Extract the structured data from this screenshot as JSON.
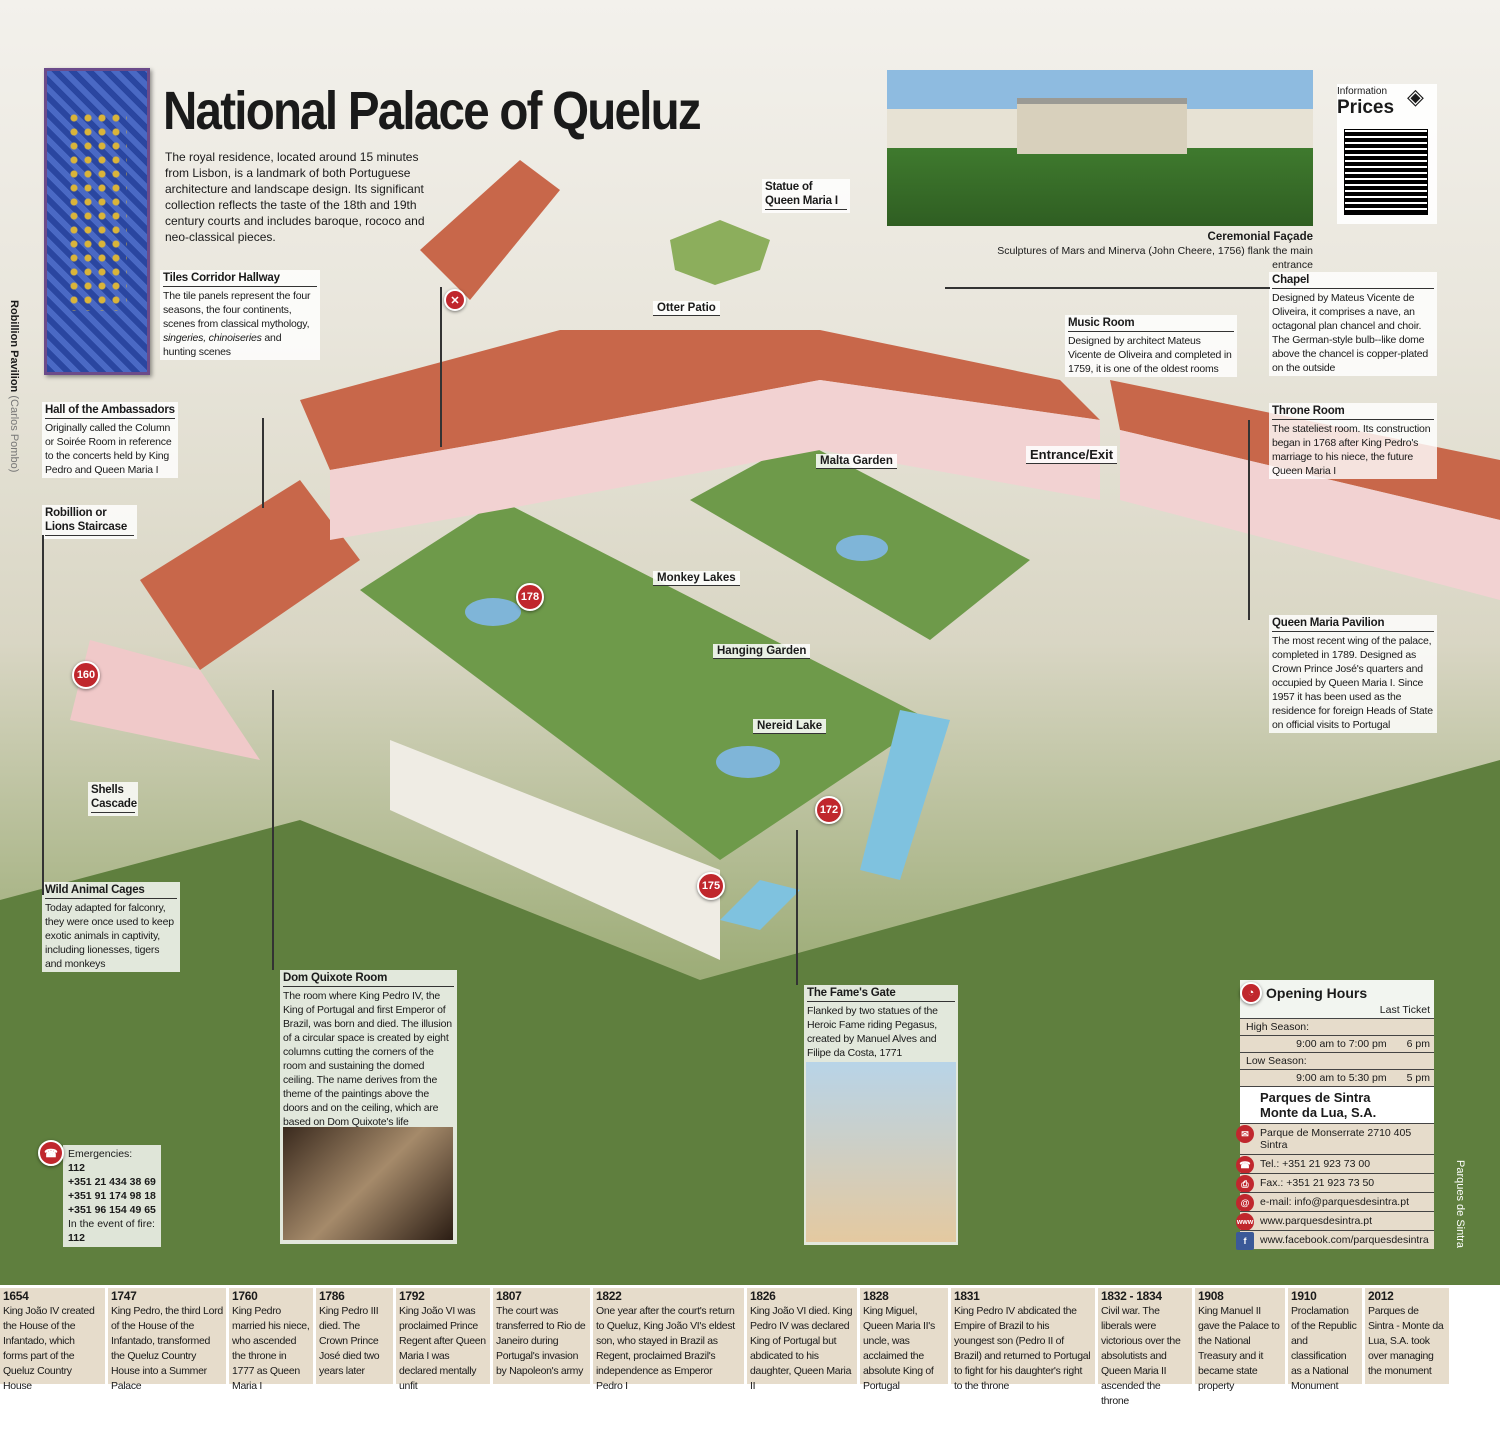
{
  "title": "National Palace of Queluz",
  "intro": "The royal residence, located around 15 minutes from Lisbon, is a landmark of both Portuguese architecture and landscape design. Its significant collection reflects the taste of the 18th and 19th century courts and includes baroque, rococo and neo-classical pieces.",
  "side_caption": {
    "title": "Robillion Pavilion",
    "credit": "(Carlos Pombo)"
  },
  "labels": {
    "tiles": {
      "title": "Tiles Corridor Hallway",
      "body": "The tile panels represent the four seasons, the four continents, scenes from classical mythology,",
      "italic": "singeries, chinoiseries",
      "body2": "and hunting scenes"
    },
    "hall": {
      "title": "Hall of the Ambassadors",
      "body": "Originally called the Column or Soirée Room in reference to the concerts held by King Pedro and Queen Maria I"
    },
    "robillion": {
      "title": "Robillion or Lions Staircase"
    },
    "shells": {
      "title": "Shells Cascade"
    },
    "wild": {
      "title": "Wild Animal Cages",
      "body": "Today adapted for falconry, they were once used to keep exotic animals in captivity, including lionesses, tigers and monkeys"
    },
    "quixote": {
      "title": "Dom Quixote Room",
      "body": "The room where King Pedro IV, the King of Portugal and first Emperor of Brazil, was born and died. The illusion of a circular space is created by eight columns cutting the corners of the room and sustaining the domed ceiling. The name derives from the theme of the paintings above the doors and on the ceiling, which are based on Dom Quixote's life"
    },
    "statue": {
      "title": "Statue of Queen Maria I"
    },
    "otter": {
      "title": "Otter Patio"
    },
    "malta": {
      "title": "Malta Garden"
    },
    "monkey": {
      "title": "Monkey Lakes"
    },
    "hanging": {
      "title": "Hanging Garden"
    },
    "nereid": {
      "title": "Nereid Lake"
    },
    "fame": {
      "title": "The Fame's Gate",
      "body": "Flanked by two statues of the Heroic Fame riding Pegasus, created by Manuel Alves and Filipe da Costa, 1771"
    },
    "facade": {
      "title": "Ceremonial Façade",
      "body": "Sculptures of Mars and Minerva (John Cheere, 1756) flank the main entrance"
    },
    "chapel": {
      "title": "Chapel",
      "body": "Designed by Mateus Vicente de Oliveira, it comprises a nave, an octagonal plan chancel and choir. The German-style bulb--like dome above the chancel is copper-plated on the outside"
    },
    "music": {
      "title": "Music Room",
      "body": "Designed by architect Mateus Vicente de Oliveira and completed in 1759, it is one of the oldest rooms"
    },
    "throne": {
      "title": "Throne Room",
      "body": "The stateliest room. Its construction began in 1768 after King Pedro's marriage to his niece, the future Queen Maria I"
    },
    "pavilion": {
      "title": "Queen Maria Pavilion",
      "body": "The most recent wing of the palace, completed in 1789. Designed as Crown Prince José's quarters and occupied by Queen Maria I. Since 1957 it has been used as the residence for foreign Heads of State on official visits to Portugal"
    },
    "entrance": {
      "title": "Entrance/Exit"
    }
  },
  "markers": [
    "160",
    "178",
    "172",
    "175"
  ],
  "info": {
    "small": "Information",
    "big": "Prices"
  },
  "hours": {
    "title": "Opening Hours",
    "last_ticket": "Last Ticket",
    "high": "High Season:",
    "high_time": "9:00 am to 7:00 pm",
    "high_last": "6 pm",
    "low": "Low Season:",
    "low_time": "9:00 am to 5:30 pm",
    "low_last": "5 pm",
    "org1": "Parques de Sintra",
    "org2": "Monte da Lua, S.A.",
    "address": "Parque de Monserrate 2710 405 Sintra",
    "tel": "Tel.: +351 21 923 73 00",
    "fax": "Fax.: +351 21 923 73 50",
    "email": "e-mail: info@parquesdesintra.pt",
    "web": "www.parquesdesintra.pt",
    "facebook": "www.facebook.com/parquesdesintra"
  },
  "emergencies": {
    "title": "Emergencies:",
    "n1": "112",
    "n2": "+351 21 434 38 69",
    "n3": "+351 91 174 98 18",
    "n4": "+351 96 154 49 65",
    "fire": "In the event of fire:",
    "n5": "112"
  },
  "logo_text": "Parques de Sintra",
  "timeline": [
    {
      "year": "1654",
      "text": "King João IV created the House of the Infantado, which forms part of the Queluz Country House"
    },
    {
      "year": "1747",
      "text": "King Pedro, the third Lord of the House of the Infantado, transformed the Queluz Country House into a Summer Palace"
    },
    {
      "year": "1760",
      "text": "King Pedro married his niece, who ascended the throne in 1777 as Queen Maria I"
    },
    {
      "year": "1786",
      "text": "King Pedro III died. The Crown Prince José died two years later"
    },
    {
      "year": "1792",
      "text": "King João VI was proclaimed Prince Regent after Queen Maria I was declared mentally unfit"
    },
    {
      "year": "1807",
      "text": "The court was transferred to Rio de Janeiro during Portugal's invasion by Napoleon's army"
    },
    {
      "year": "1822",
      "text": "One year after the court's return to Queluz, King João VI's eldest son, who stayed in Brazil as Regent, proclaimed Brazil's independence as Emperor Pedro I"
    },
    {
      "year": "1826",
      "text": "King João VI died. King Pedro IV was declared King of Portugal but abdicated to his daughter, Queen Maria II"
    },
    {
      "year": "1828",
      "text": "King Miguel, Queen Maria II's uncle, was acclaimed the absolute King of Portugal"
    },
    {
      "year": "1831",
      "text": "King Pedro IV abdicated the Empire of Brazil to his youngest son (Pedro II of Brazil) and returned to Portugal to fight for his daughter's right to the throne"
    },
    {
      "year": "1832 - 1834",
      "text": "Civil war. The liberals were victorious over the absolutists and Queen Maria II ascended the throne"
    },
    {
      "year": "1908",
      "text": "King Manuel II gave the Palace to the National Treasury and it became state property"
    },
    {
      "year": "1910",
      "text": "Proclamation of the Republic and classification as a National Monument"
    },
    {
      "year": "2012",
      "text": "Parques de Sintra - Monte da Lua, S.A. took over managing the monument"
    }
  ]
}
